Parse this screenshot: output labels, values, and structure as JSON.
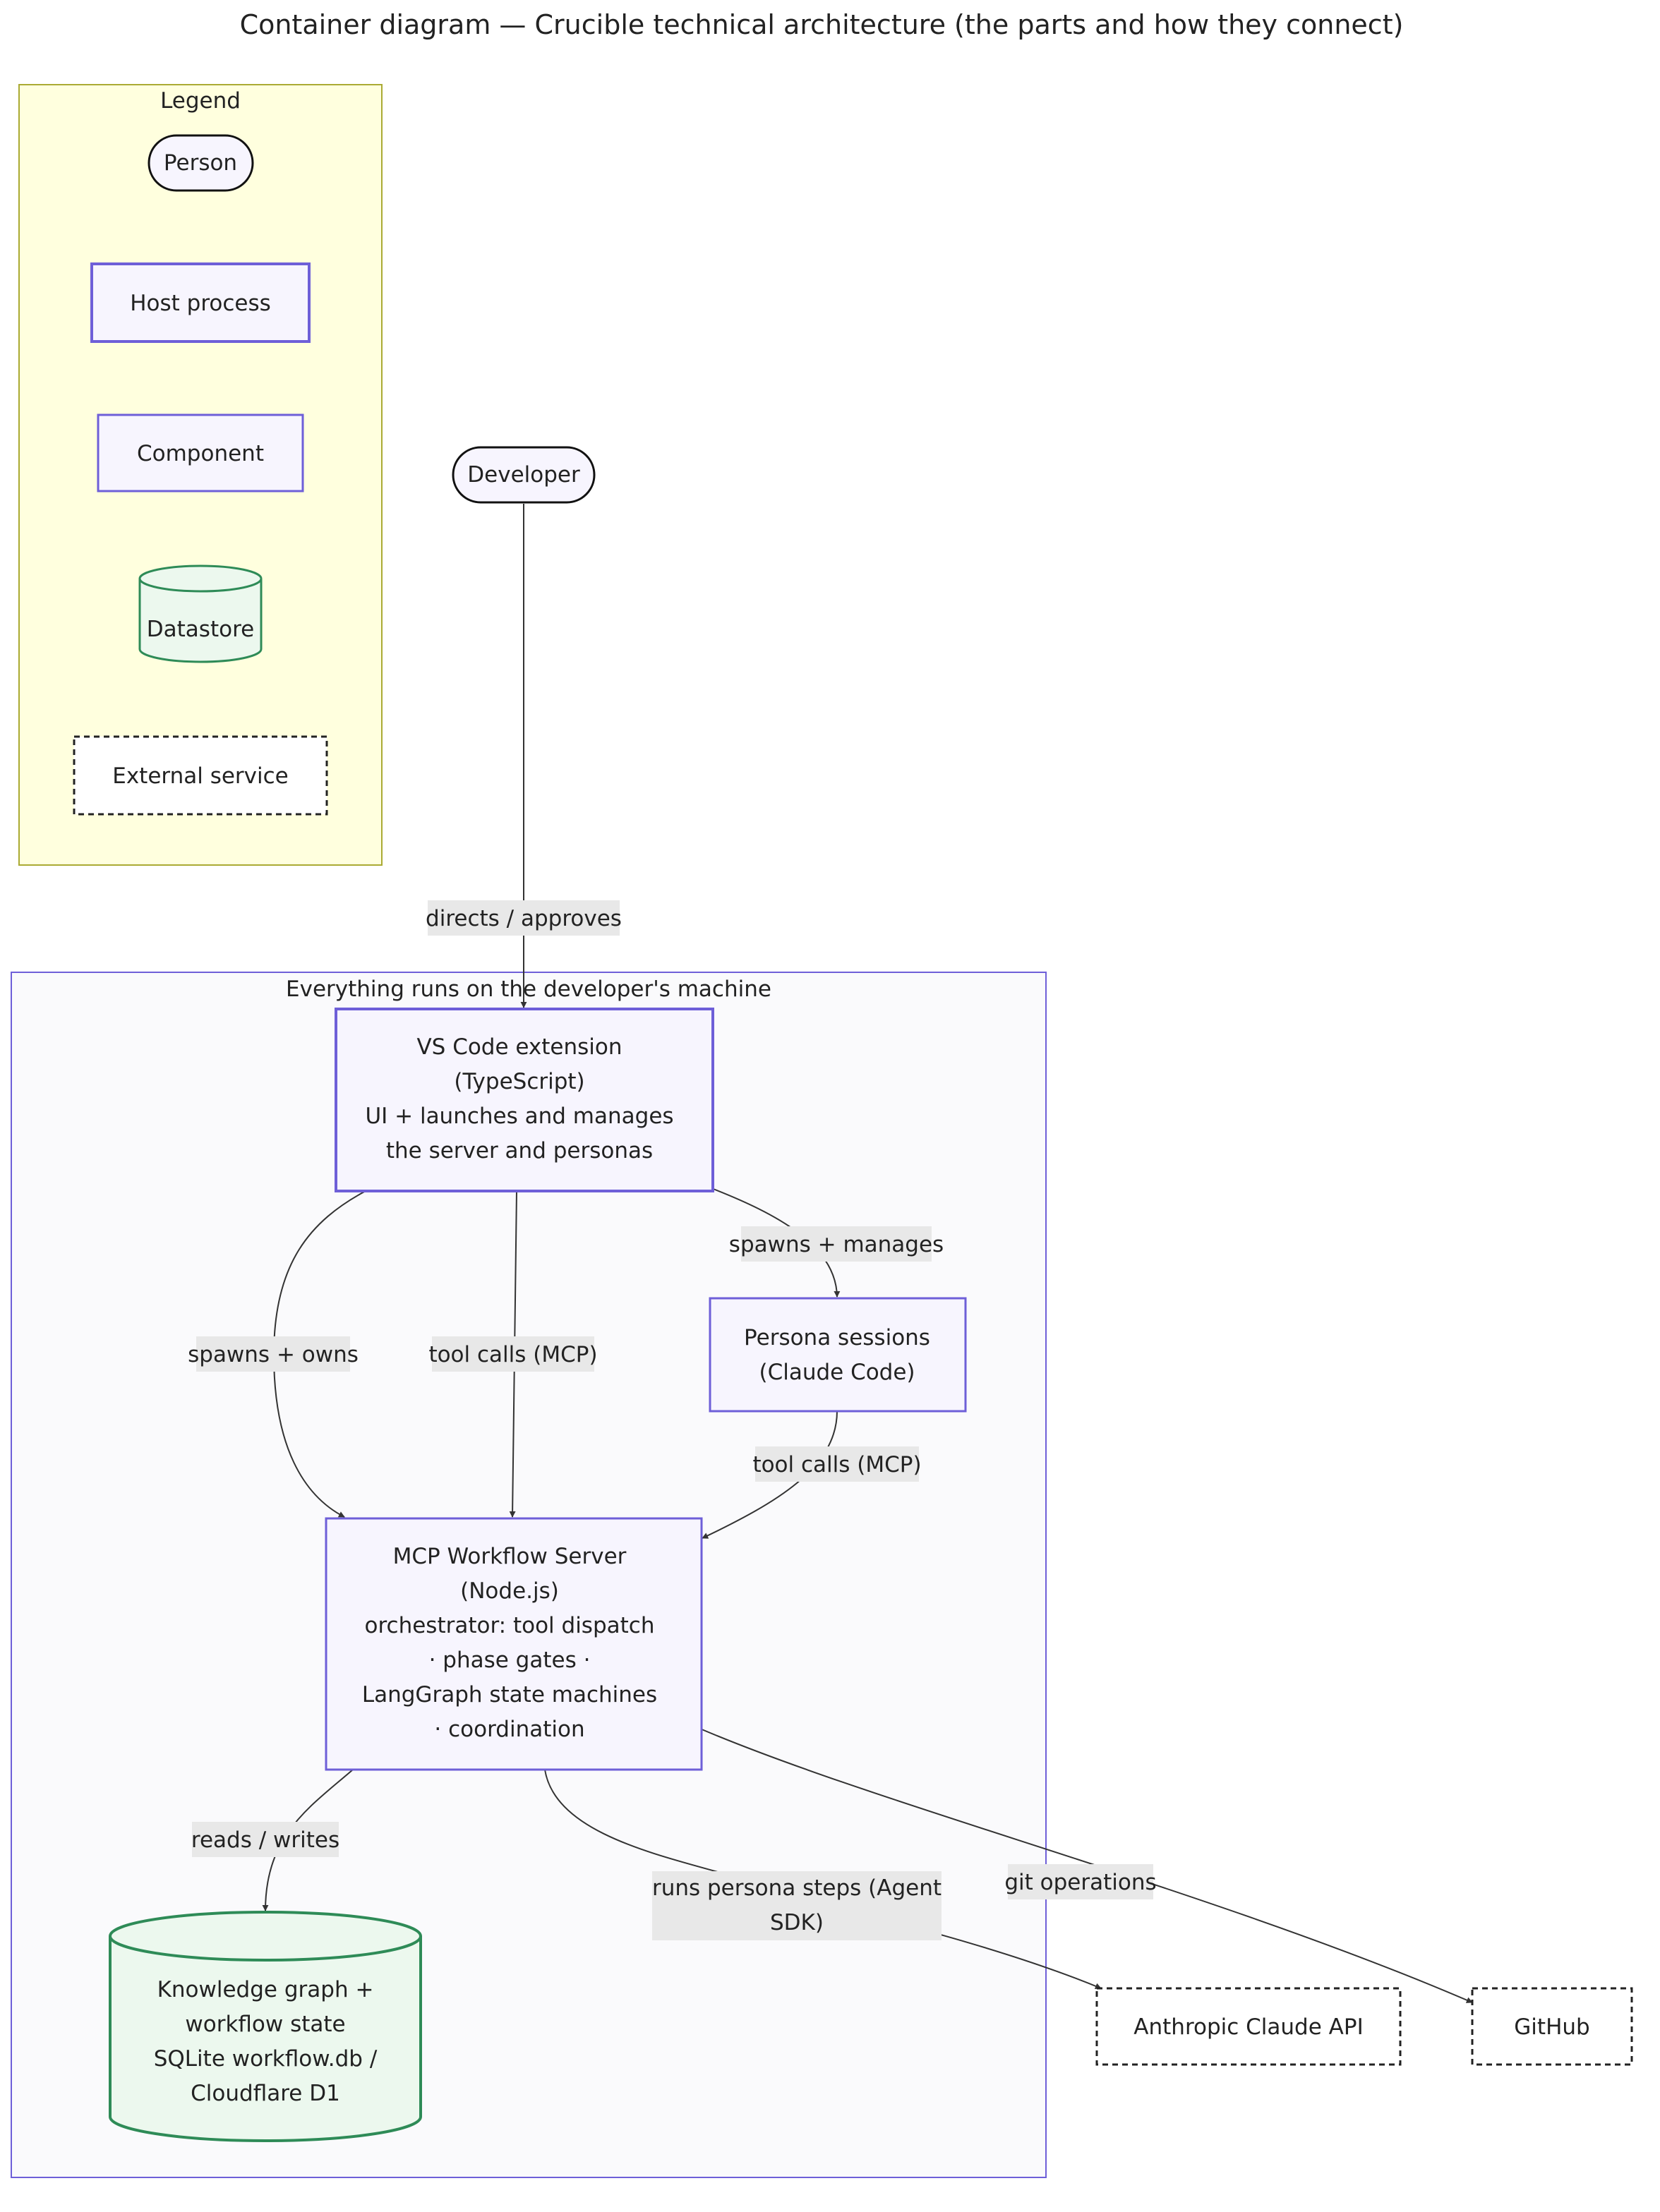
{
  "title": "Container diagram — Crucible technical architecture (the parts and how they connect)",
  "legend": {
    "title": "Legend",
    "items": {
      "person": "Person",
      "host_process": "Host process",
      "component": "Component",
      "datastore": "Datastore",
      "external_service": "External service"
    }
  },
  "boundary": {
    "title": "Everything runs on the developer's machine"
  },
  "nodes": {
    "developer": [
      "Developer"
    ],
    "vscode": [
      "VS Code extension",
      "(TypeScript)",
      "UI + launches and manages",
      "the server and personas"
    ],
    "persona": [
      "Persona sessions",
      "(Claude Code)"
    ],
    "mcp": [
      "MCP Workflow Server",
      "(Node.js)",
      "orchestrator: tool dispatch",
      "· phase gates ·",
      "LangGraph state machines",
      "· coordination"
    ],
    "store": [
      "Knowledge graph +",
      "workflow state",
      "SQLite workflow.db /",
      "Cloudflare D1"
    ],
    "anthropic": [
      "Anthropic Claude API"
    ],
    "github": [
      "GitHub"
    ]
  },
  "edges": {
    "directs": [
      "directs / approves"
    ],
    "spawns_owns": [
      "spawns + owns"
    ],
    "tool_calls_ext": [
      "tool calls (MCP)"
    ],
    "spawns_manages": [
      "spawns + manages"
    ],
    "tool_calls_persona": [
      "tool calls (MCP)"
    ],
    "reads_writes": [
      "reads / writes"
    ],
    "runs_persona": [
      "runs persona steps (Agent",
      "SDK)"
    ],
    "git_ops": [
      "git operations"
    ]
  },
  "colors": {
    "legend_fill": "#ffffde",
    "legend_stroke": "#aaaa33",
    "boundary_fill": "#fafafc",
    "boundary_stroke": "#6e5fd8",
    "process_fill": "#f7f5fe",
    "process_stroke": "#6e5fd8",
    "datastore_fill": "#ecf8ee",
    "datastore_stroke": "#2e8b57",
    "edge": "#333333",
    "edge_label_bg": "#e8e8e8"
  }
}
